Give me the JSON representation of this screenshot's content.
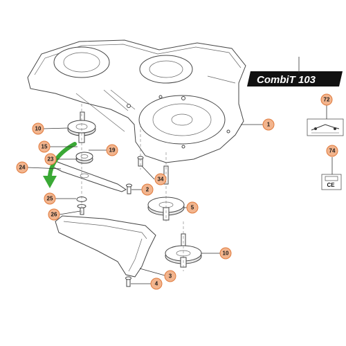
{
  "model_label": "CombiT 103",
  "callouts": {
    "c1": "1",
    "c2": "2",
    "c3": "3",
    "c4": "4",
    "c5": "5",
    "c10a": "10",
    "c10b": "10",
    "c15": "15",
    "c19": "19",
    "c23": "23",
    "c24": "24",
    "c25": "25",
    "c26": "26",
    "c34": "34",
    "c72": "72",
    "c74": "74"
  },
  "ce_mark": "CE",
  "colors": {
    "callout_fill": "#f2b48d",
    "callout_stroke": "#e07a3c",
    "arrow_green": "#3aa935",
    "banner": "#111111"
  }
}
